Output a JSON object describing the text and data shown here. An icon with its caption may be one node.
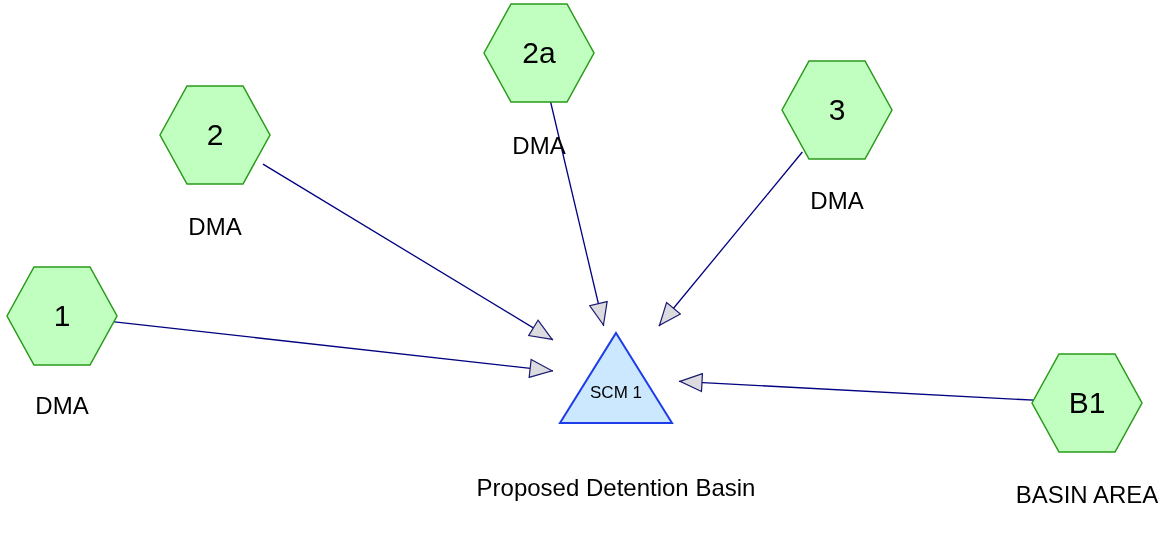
{
  "diagram": {
    "nodes": [
      {
        "text": [
          "1"
        ],
        "beside": [
          "DMA"
        ]
      },
      {
        "text": [
          "2"
        ],
        "beside": [
          "DMA"
        ]
      },
      {
        "text": [
          "2a"
        ],
        "beside": [
          "DMA"
        ]
      },
      {
        "text": [
          "3"
        ],
        "beside": [
          "DMA"
        ]
      },
      {
        "text": [
          "SCM 1"
        ],
        "beside": [
          "Proposed Detention Basin"
        ]
      },
      {
        "text": [
          "B1"
        ],
        "beside": [
          "BASIN AREA"
        ]
      }
    ],
    "edges": [
      {
        "from": 0,
        "to": 4,
        "arrow": "to"
      },
      {
        "from": 1,
        "to": 4,
        "arrow": "to"
      },
      {
        "from": 2,
        "to": 4,
        "arrow": "to"
      },
      {
        "from": 3,
        "to": 4,
        "arrow": "to"
      },
      {
        "from": 5,
        "to": 4,
        "arrow": "to"
      }
    ]
  }
}
